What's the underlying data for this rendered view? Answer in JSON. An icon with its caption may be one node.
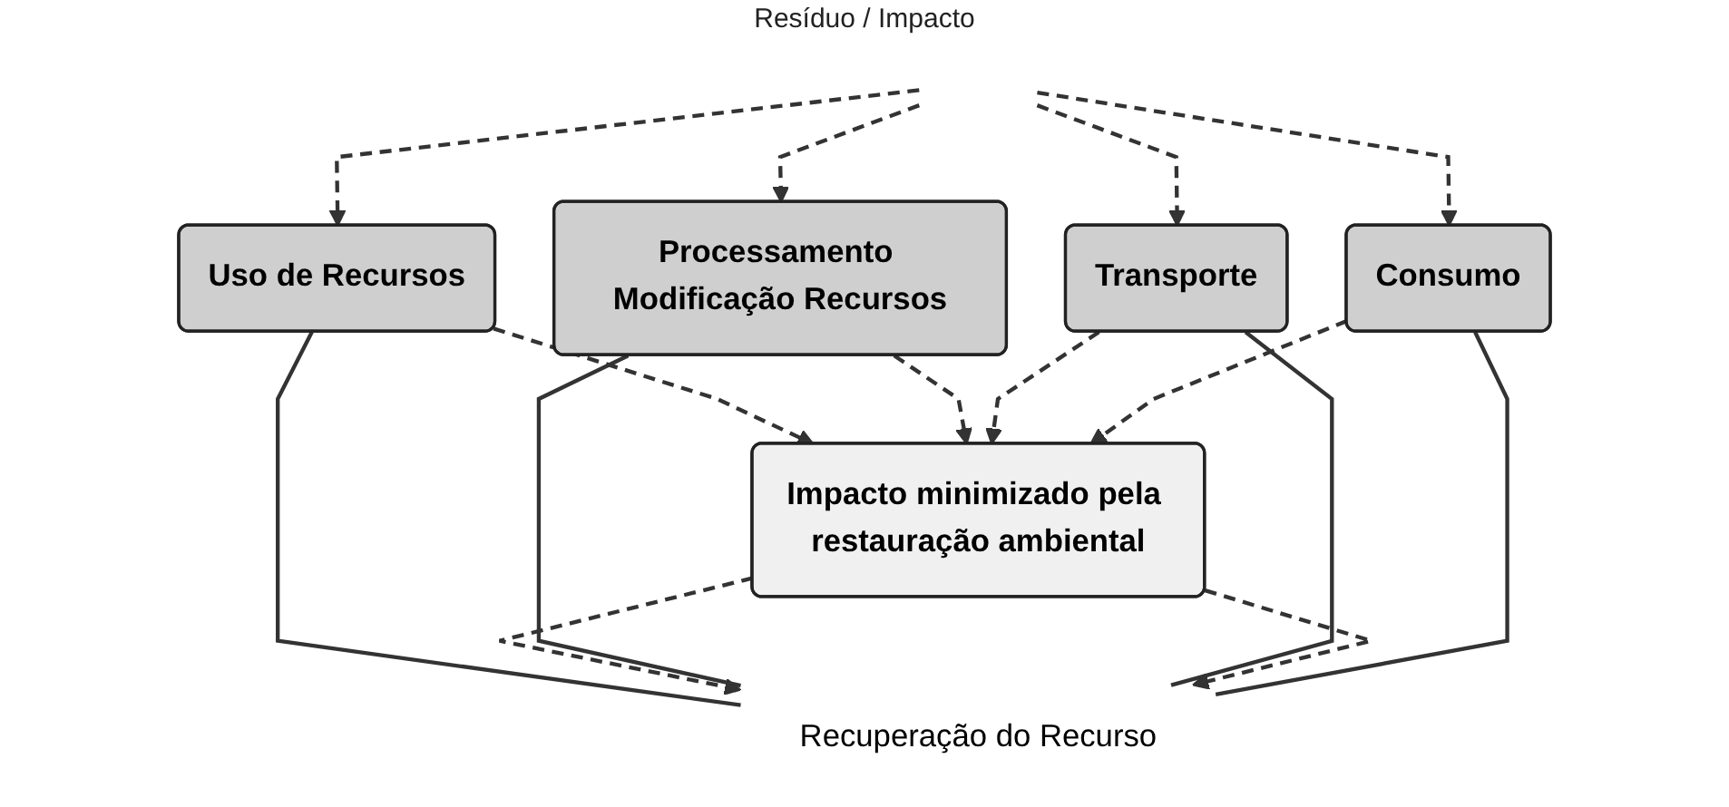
{
  "diagram": {
    "nodes": [
      {
        "text": [
          "Uso de Recursos"
        ]
      },
      {
        "text": [
          "Processamento Modificação Recursos"
        ]
      },
      {
        "text": [
          "Transporte"
        ]
      },
      {
        "text": [
          "Consumo"
        ]
      },
      {
        "text": [
          "Recuperação do Recurso"
        ]
      },
      {
        "text": [
          "Impacto minimizado pela restauração ambiental"
        ]
      }
    ],
    "edges": [
      {
        "from": null,
        "to": 0,
        "arrow": "to",
        "style": "dashed"
      },
      {
        "from": null,
        "to": 1,
        "arrow": "to",
        "style": "dashed"
      },
      {
        "from": null,
        "to": 2,
        "arrow": "to",
        "style": "dashed"
      },
      {
        "from": null,
        "to": 3,
        "arrow": "to",
        "style": "dashed"
      },
      {
        "from": 0,
        "to": 5,
        "arrow": "to",
        "style": "dashed"
      },
      {
        "from": 0,
        "to": 4,
        "arrow": "none"
      },
      {
        "from": 5,
        "to": 4,
        "arrow": "to",
        "style": "dashed"
      },
      {
        "from": 1,
        "to": 5,
        "arrow": "to",
        "style": "dashed"
      },
      {
        "from": 1,
        "to": 4,
        "arrow": "none"
      },
      {
        "from": 2,
        "to": 4,
        "arrow": "none"
      },
      {
        "from": 2,
        "to": 5,
        "arrow": "to",
        "style": "dashed"
      },
      {
        "from": 5,
        "to": 4,
        "arrow": "to",
        "style": "dashed"
      },
      {
        "from": 3,
        "to": 4,
        "arrow": "none"
      },
      {
        "from": 3,
        "to": 5,
        "arrow": "to",
        "style": "dashed"
      }
    ],
    "labels": [
      "Resíduo / Impacto"
    ]
  }
}
